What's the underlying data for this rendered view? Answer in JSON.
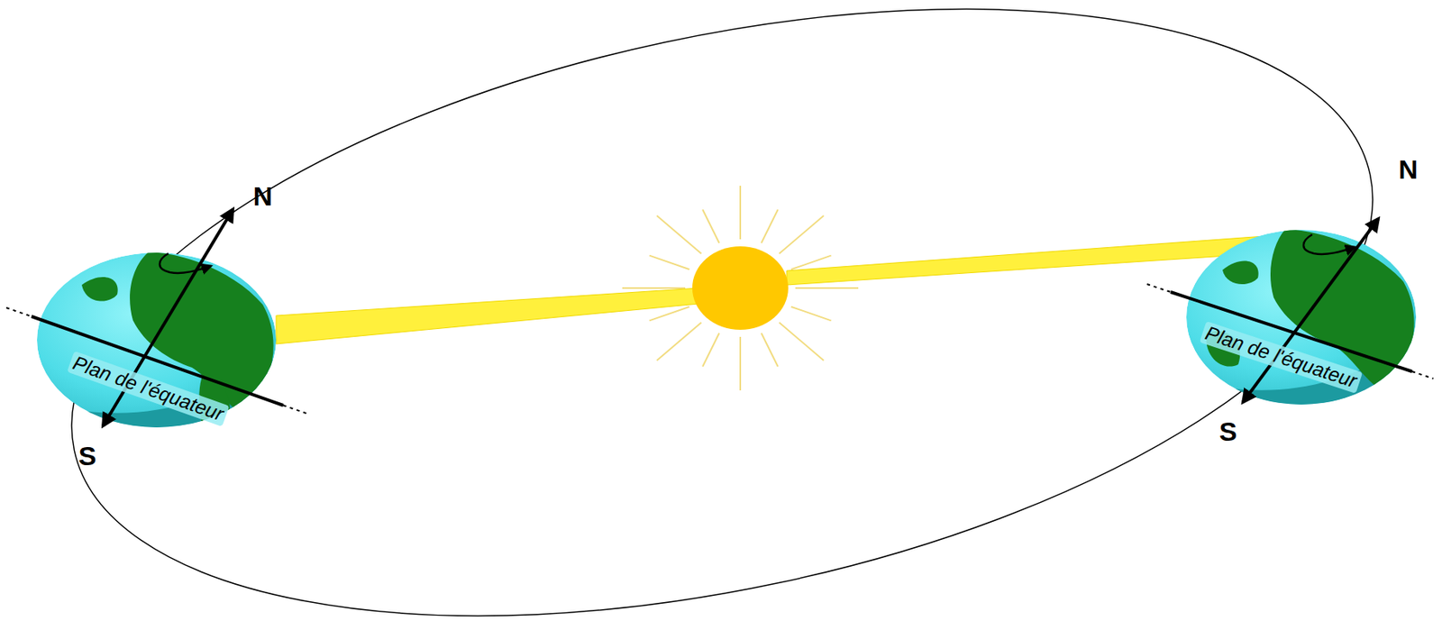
{
  "diagram": {
    "labels": [
      "N",
      "S",
      "Plan de l'équateur",
      "N",
      "S",
      "Plan de l'équateur"
    ]
  }
}
